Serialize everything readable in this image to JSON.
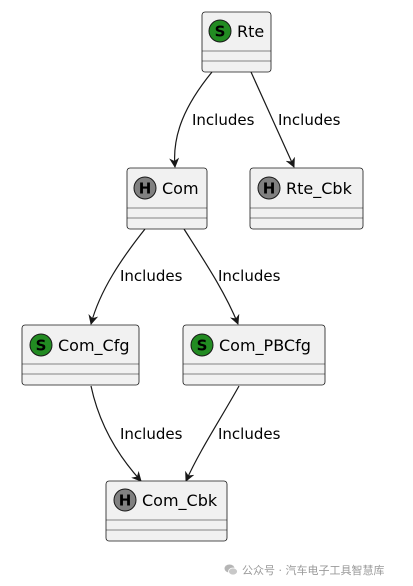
{
  "nodes": [
    {
      "id": "rte",
      "label": "Rte",
      "stereotype": "S"
    },
    {
      "id": "com",
      "label": "Com",
      "stereotype": "H"
    },
    {
      "id": "rte_cbk",
      "label": "Rte_Cbk",
      "stereotype": "H"
    },
    {
      "id": "com_cfg",
      "label": "Com_Cfg",
      "stereotype": "S"
    },
    {
      "id": "com_pbcfg",
      "label": "Com_PBCfg",
      "stereotype": "S"
    },
    {
      "id": "com_cbk",
      "label": "Com_Cbk",
      "stereotype": "H"
    }
  ],
  "edges": [
    {
      "from": "rte",
      "to": "com",
      "label": "Includes"
    },
    {
      "from": "rte",
      "to": "rte_cbk",
      "label": "Includes"
    },
    {
      "from": "com",
      "to": "com_cfg",
      "label": "Includes"
    },
    {
      "from": "com",
      "to": "com_pbcfg",
      "label": "Includes"
    },
    {
      "from": "com_cfg",
      "to": "com_cbk",
      "label": "Includes"
    },
    {
      "from": "com_pbcfg",
      "to": "com_cbk",
      "label": "Includes"
    }
  ],
  "colors": {
    "box_fill": "#f1f1f1",
    "box_border": "#181818",
    "badge_S": "#228b22",
    "badge_H": "#808080",
    "edge": "#181818"
  },
  "watermark": {
    "text": "公众号 · 汽车电子工具智慧库",
    "icon": "wechat-icon"
  }
}
